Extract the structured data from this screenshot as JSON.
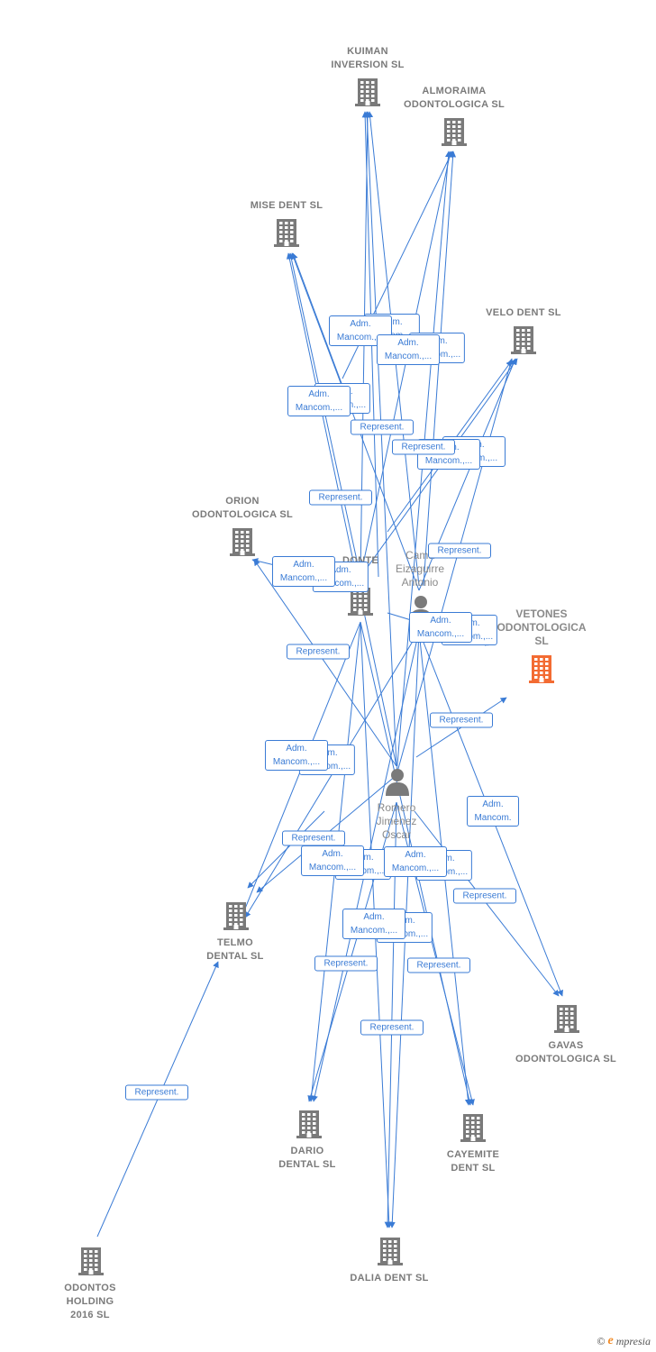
{
  "colors": {
    "edge": "#3a7bd5",
    "node": "#7a7a7a",
    "highlight": "#f36b32",
    "text": "#7a7a7a"
  },
  "nodes": {
    "kuiman": {
      "label": [
        "KUIMAN",
        "INVERSION SL"
      ],
      "icon": "building-icon"
    },
    "almoraima": {
      "label": [
        "ALMORAIMA",
        "ODONTOLOGICA SL"
      ],
      "icon": "building-icon"
    },
    "mise": {
      "label": [
        "MISE DENT SL"
      ],
      "icon": "building-icon"
    },
    "velo": {
      "label": [
        "VELO DENT SL"
      ],
      "icon": "building-icon"
    },
    "orion": {
      "label": [
        "ORION",
        "ODONTOLOGICA SL"
      ],
      "icon": "building-icon"
    },
    "xdonte": {
      "label": [
        "DONTE",
        "SL"
      ],
      "icon": "building-icon"
    },
    "camara": {
      "label": [
        "Cama",
        "Eizaguirre",
        "Antonio"
      ],
      "icon": "person-icon"
    },
    "vetones": {
      "label": [
        "VETONES",
        "ODONTOLOGICA",
        "SL"
      ],
      "icon": "building-icon"
    },
    "romero": {
      "label": [
        "Romero",
        "Jimenez",
        "Oscar"
      ],
      "icon": "person-icon"
    },
    "telmo": {
      "label": [
        "TELMO",
        "DENTAL SL"
      ],
      "icon": "building-icon"
    },
    "gavas": {
      "label": [
        "GAVAS",
        "ODONTOLOGICA SL"
      ],
      "icon": "building-icon"
    },
    "dario": {
      "label": [
        "DARIO",
        "DENTAL SL"
      ],
      "icon": "building-icon"
    },
    "cayemite": {
      "label": [
        "CAYEMITE",
        "DENT SL"
      ],
      "icon": "building-icon"
    },
    "dalia": {
      "label": [
        "DALIA DENT SL"
      ],
      "icon": "building-icon"
    },
    "odontos": {
      "label": [
        "ODONTOS",
        "HOLDING",
        "2016  SL"
      ],
      "icon": "building-icon"
    }
  },
  "edge_labels": {
    "adm_mancom": [
      "Adm.",
      "Mancom.,..."
    ],
    "adm_mancom_short": [
      "Adm.",
      "Mancom."
    ],
    "represent": "Represent."
  },
  "footer": {
    "copyright": "©",
    "brand_e": "e",
    "brand_rest": "mpresia"
  }
}
